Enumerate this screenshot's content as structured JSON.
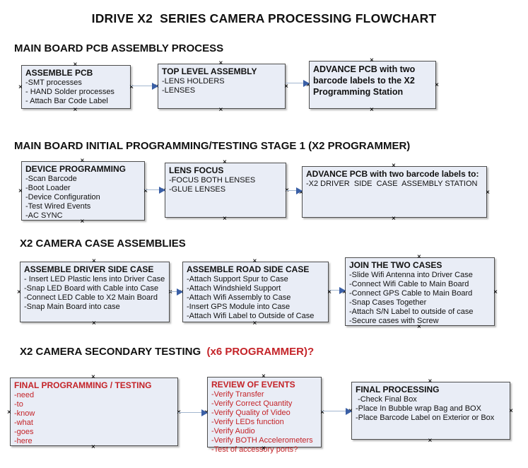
{
  "page": {
    "title": "IDRIVE X2  SERIES CAMERA PROCESSING FLOWCHART"
  },
  "colors": {
    "box_fill": "#e9edf6",
    "box_border": "#4d4d4d",
    "red_text": "#c42328",
    "connector_line": "#a3b6cf",
    "arrowhead": "#3a5fa6",
    "background": "#ffffff"
  },
  "icons": {
    "handle_glyph": "×",
    "arrowhead_direction": "right"
  },
  "sections": {
    "s1": {
      "header": "MAIN BOARD PCB ASSEMBLY PROCESS"
    },
    "s2": {
      "header": "MAIN BOARD INITIAL PROGRAMMING/TESTING STAGE 1 (X2 PROGRAMMER)"
    },
    "s3": {
      "header": "X2 CAMERA CASE ASSEMBLIES"
    },
    "s4": {
      "header_black": "X2 CAMERA SECONDARY TESTING  ",
      "header_red": "(x6 PROGRAMMER)?"
    }
  },
  "boxes": {
    "assemble_pcb": {
      "title": "ASSEMBLE PCB",
      "lines": [
        "-SMT processes",
        "- HAND Solder processes",
        "- Attach Bar Code Label"
      ]
    },
    "top_level_assembly": {
      "title": "TOP LEVEL ASSEMBLY",
      "lines": [
        "-LENS HOLDERS",
        "-LENSES"
      ]
    },
    "advance_to_programming_station": {
      "title": "ADVANCE PCB with two barcode labels to the X2 Programming Station",
      "lines": []
    },
    "device_programming": {
      "title": "DEVICE PROGRAMMING",
      "lines": [
        "-Scan Barcode",
        "-Boot Loader",
        "-Device Configuration",
        "-Test Wired Events",
        "-AC SYNC"
      ]
    },
    "lens_focus": {
      "title": "LENS FOCUS",
      "lines": [
        "-FOCUS BOTH LENSES",
        "-GLUE LENSES"
      ]
    },
    "advance_to_driver_side_station": {
      "title": "ADVANCE PCB with two barcode labels to:",
      "lines": [
        "-X2 DRIVER  SIDE  CASE  ASSEMBLY STATION"
      ]
    },
    "assemble_driver_side_case": {
      "title": "ASSEMBLE DRIVER SIDE CASE",
      "lines": [
        "- Insert LED Plastic lens into Driver Case",
        "-Snap LED Board with Cable into Case",
        "-Connect LED Cable to X2 Main Board",
        "-Snap Main Board into case"
      ]
    },
    "assemble_road_side_case": {
      "title": "ASSEMBLE ROAD SIDE CASE",
      "lines": [
        "-Attach Support Spur to Case",
        "-Attach Windshield Support",
        "-Attach Wifi Assembly to Case",
        "-Insert GPS Module into Case",
        "-Attach Wifi Label to Outside of Case"
      ]
    },
    "join_the_two_cases": {
      "title": "JOIN THE TWO CASES",
      "lines": [
        "-Slide Wifi Antenna into Driver Case",
        "-Connect Wifi Cable to Main Board",
        "-Connect GPS Cable to Main Board",
        "-Snap Cases Together",
        "-Attach S/N Label to outside of case",
        "-Secure cases with Screw"
      ]
    },
    "final_programming_testing": {
      "title": "FINAL PROGRAMMING / TESTING",
      "lines": [
        "-need",
        "-to",
        "-know",
        "-what",
        "-goes",
        "-here"
      ]
    },
    "review_of_events": {
      "title": "REVIEW OF EVENTS",
      "lines": [
        "-Verify Transfer",
        "-Verify Correct Quantity",
        "-Verify Quality of Video",
        "-Verify LEDs function",
        "-Verify Audio",
        "-Verify BOTH Accelerometers",
        "-Test of accessory ports?"
      ]
    },
    "final_processing": {
      "title": "FINAL PROCESSING",
      "lines": [
        " -Check Final Box",
        "-Place In Bubble wrap Bag and BOX",
        "-Place Barcode Label on Exterior or Box"
      ]
    }
  }
}
